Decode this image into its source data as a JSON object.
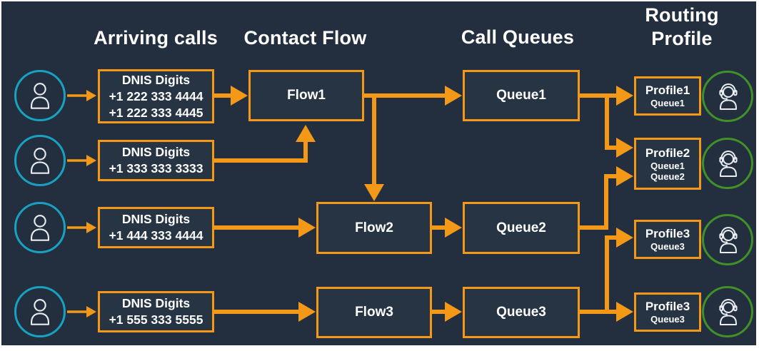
{
  "headers": {
    "arriving_calls": "Arriving calls",
    "contact_flow": "Contact Flow",
    "call_queues": "Call Queues",
    "routing_profile": "Routing Profile"
  },
  "dnis_boxes": [
    {
      "title": "DNIS Digits",
      "numbers": [
        "+1 222 333 4444",
        "+1 222 333 4445"
      ]
    },
    {
      "title": "DNIS Digits",
      "numbers": [
        "+1 333 333 3333"
      ]
    },
    {
      "title": "DNIS Digits",
      "numbers": [
        "+1 444 333 4444"
      ]
    },
    {
      "title": "DNIS Digits",
      "numbers": [
        "+1 555 333 5555"
      ]
    }
  ],
  "contact_flows": [
    {
      "label": "Flow1"
    },
    {
      "label": "Flow2"
    },
    {
      "label": "Flow3"
    }
  ],
  "call_queues": [
    {
      "label": "Queue1"
    },
    {
      "label": "Queue2"
    },
    {
      "label": "Queue3"
    }
  ],
  "routing_profiles": [
    {
      "title": "Profile1",
      "queues": [
        "Queue1"
      ]
    },
    {
      "title": "Profile2",
      "queues": [
        "Queue1",
        "Queue2"
      ]
    },
    {
      "title": "Profile3",
      "queues": [
        "Queue3"
      ]
    },
    {
      "title": "Profile3",
      "queues": [
        "Queue3"
      ]
    }
  ],
  "edges": [
    "caller1 -> dnis1",
    "caller2 -> dnis2",
    "caller3 -> dnis3",
    "caller4 -> dnis4",
    "dnis1 -> Flow1",
    "dnis2 -> Flow1",
    "dnis3 -> Flow2",
    "dnis4 -> Flow3",
    "Flow1 -> Queue1",
    "Flow1 -> Flow2",
    "Flow2 -> Queue2",
    "Flow3 -> Queue3",
    "Queue1 -> Profile1",
    "Queue1 -> Profile2",
    "Queue2 -> Profile2",
    "Queue3 -> Profile3a",
    "Queue3 -> Profile3b"
  ],
  "icons": {
    "caller": "caller-person-icon",
    "agent": "agent-headset-icon"
  },
  "colors": {
    "background": "#232F3E",
    "accent_orange": "#F49917",
    "caller_teal": "#17A2BF",
    "agent_green": "#3F9128",
    "text": "#FFFFFF"
  }
}
